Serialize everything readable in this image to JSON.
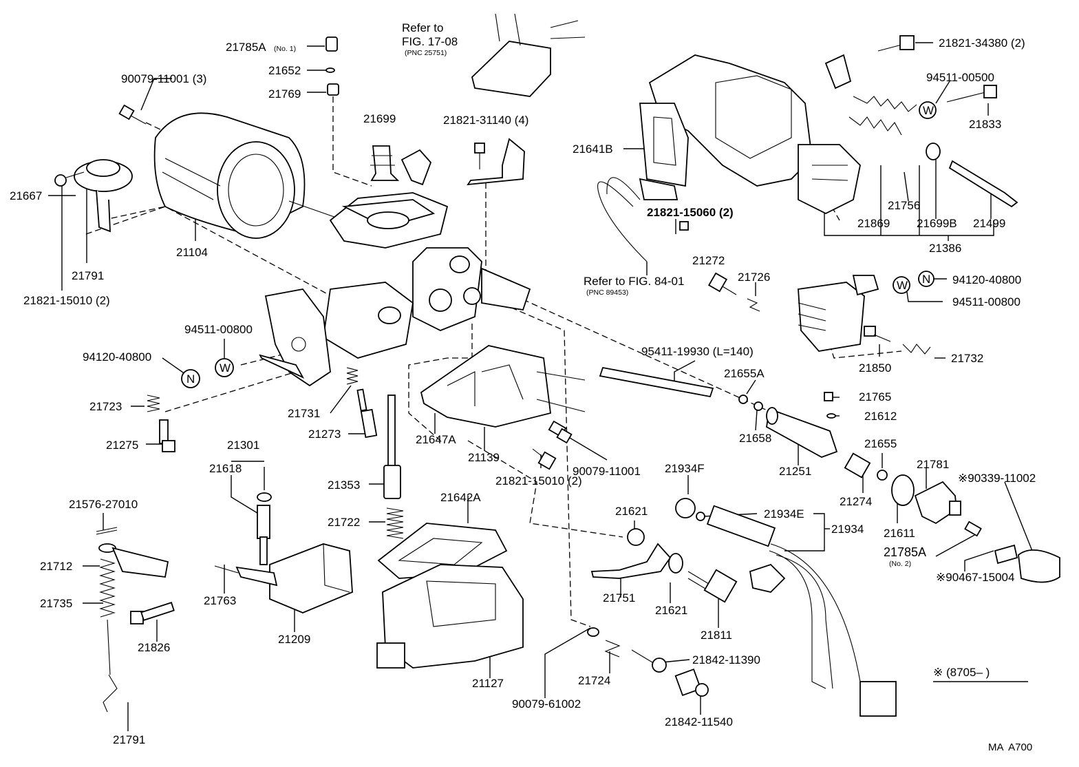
{
  "diagram": {
    "code": "MA  A700",
    "asterisk_note": "※ (8705–        )",
    "refs": {
      "fig17": {
        "line1": "Refer to",
        "line2": "FIG. 17-08",
        "line3": "(PNC 25751)"
      },
      "fig84": {
        "line1": "Refer to FIG. 84-01",
        "line2": "(PNC 89453)"
      }
    },
    "labels": {
      "p21785A_no1": "21785A",
      "p21785A_no1_sub": "(No. 1)",
      "p21652": "21652",
      "p21769": "21769",
      "p90079_11001_3": "90079-11001 (3)",
      "p21699": "21699",
      "p21821_31140": "21821-31140 (4)",
      "p21667": "21667",
      "p21104": "21104",
      "p21791_top": "21791",
      "p21821_15010_top": "21821-15010 (2)",
      "p94511_00800_left": "94511-00800",
      "p94120_40800_left": "94120-40800",
      "p21723": "21723",
      "p21275": "21275",
      "p21731": "21731",
      "p21273": "21273",
      "p21647A": "21647A",
      "p21139": "21139",
      "p90079_11001": "90079-11001",
      "p21821_15010_mid": "21821-15010 (2)",
      "p21301": "21301",
      "p21618": "21618",
      "p21353": "21353",
      "p21642A": "21642A",
      "p21722": "21722",
      "p21576": "21576-27010",
      "p21712": "21712",
      "p21735": "21735",
      "p21763": "21763",
      "p21209": "21209",
      "p21826": "21826",
      "p21127": "21127",
      "p21791_bottom": "21791",
      "p90079_61002": "90079-61002",
      "p21724": "21724",
      "p21842_11390": "21842-11390",
      "p21842_11540": "21842-11540",
      "p21621_a": "21621",
      "p21621_b": "21621",
      "p21751": "21751",
      "p21811": "21811",
      "p21934F": "21934F",
      "p21934E": "21934E",
      "p21934": "21934",
      "p21821_34380": "21821-34380 (2)",
      "p94511_00500": "94511-00500",
      "p21833": "21833",
      "p21641B": "21641B",
      "p21821_15060": "21821-15060 (2)",
      "p21756": "21756",
      "p21869": "21869",
      "p21699B": "21699B",
      "p21499": "21499",
      "p21386": "21386",
      "p21272": "21272",
      "p21726": "21726",
      "p94120_40800_right": "94120-40800",
      "p94511_00800_right": "94511-00800",
      "p95411": "95411-19930 (L=140)",
      "p21655A": "21655A",
      "p21850": "21850",
      "p21732": "21732",
      "p21765": "21765",
      "p21612": "21612",
      "p21658": "21658",
      "p21655": "21655",
      "p21251": "21251",
      "p21274": "21274",
      "p21781": "21781",
      "p90339": "※90339-11002",
      "p21611": "21611",
      "p21785A_no2": "21785A",
      "p21785A_no2_sub": "(No. 2)",
      "p90467": "※90467-15004"
    },
    "washer_symbols": {
      "W": "W",
      "N": "N"
    }
  }
}
